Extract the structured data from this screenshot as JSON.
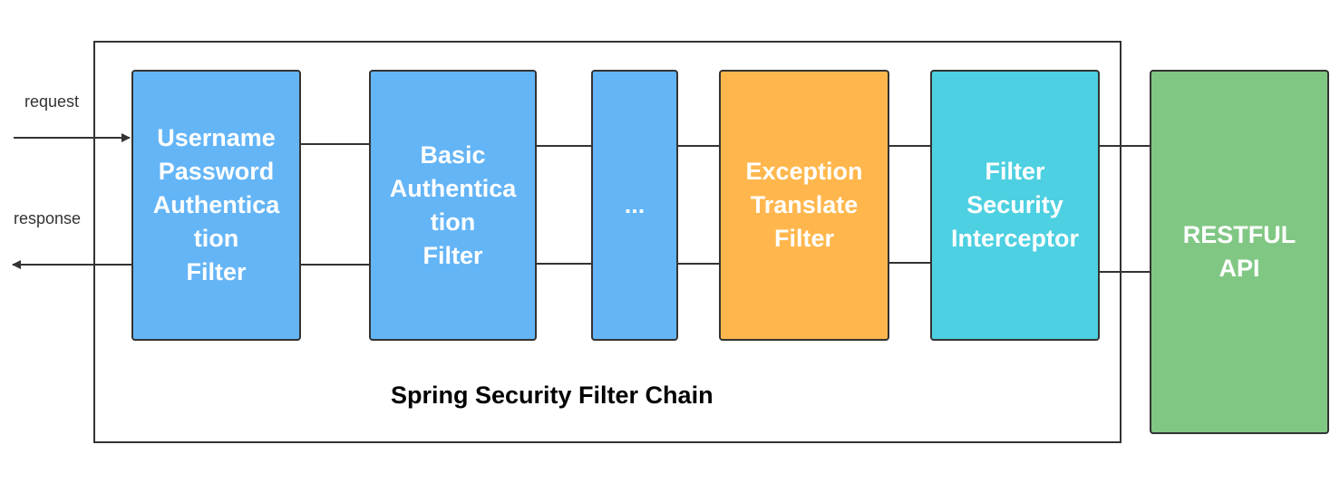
{
  "diagram": {
    "request_label": "request",
    "response_label": "response",
    "chain_title": "Spring Security Filter Chain",
    "filters": [
      {
        "label": "Username\nPassword\nAuthentica\ntion\nFilter",
        "color": "#64b5f6"
      },
      {
        "label": "Basic\nAuthentica\ntion\nFilter",
        "color": "#64b5f6"
      },
      {
        "label": "...",
        "color": "#64b5f6"
      },
      {
        "label": "Exception\nTranslate\nFilter",
        "color": "#ffb74d"
      },
      {
        "label": "Filter\nSecurity\nInterceptor",
        "color": "#4dd0e1"
      }
    ],
    "api": {
      "label": "RESTFUL\nAPI",
      "color": "#81c784"
    }
  }
}
